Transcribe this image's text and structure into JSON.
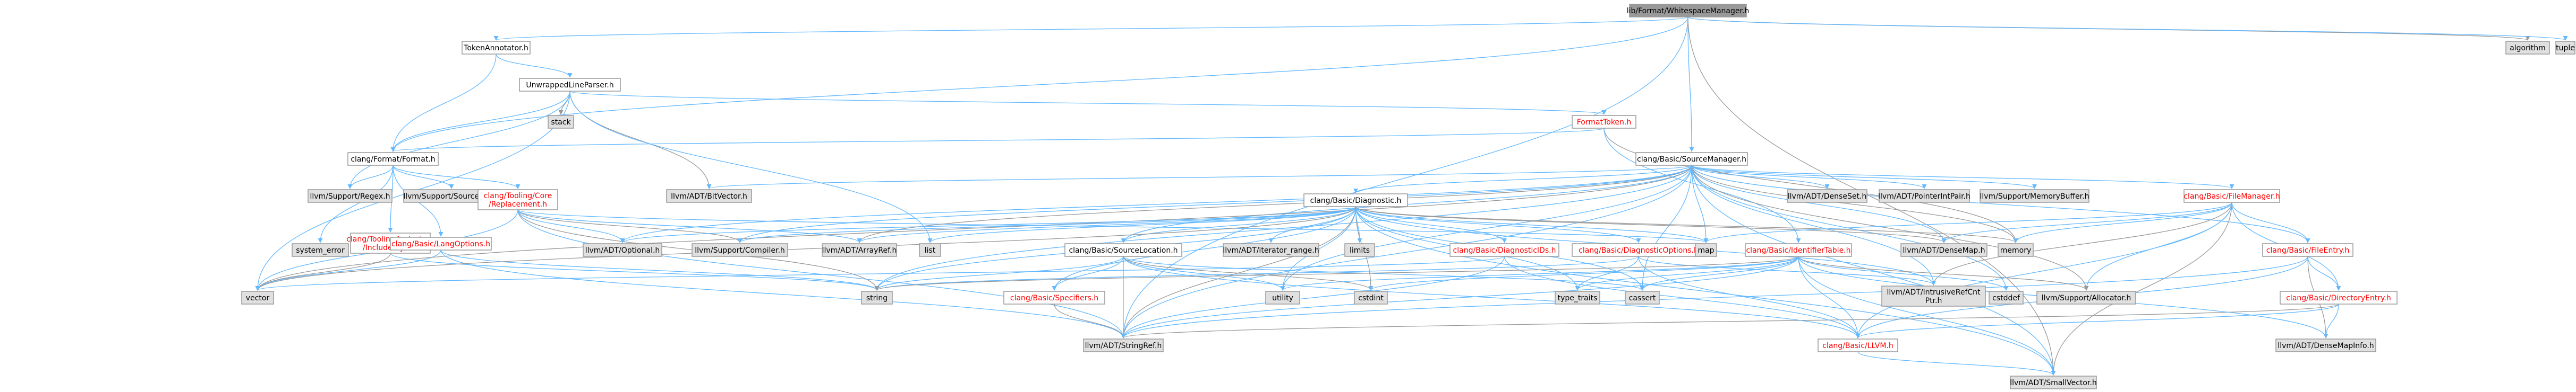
{
  "colors": {
    "root_fill": "#999999",
    "node_fill": "#ffffff",
    "external_fill": "#e0e0e0",
    "red_text": "#ff0000",
    "edge_blue": "#63b8ff",
    "edge_gray": "#999999",
    "text": "#000000"
  },
  "nodes": [
    {
      "id": "root",
      "label": "lib/Format/WhitespaceManager.h",
      "style": "root"
    },
    {
      "id": "tokenannotator",
      "label": "TokenAnnotator.h",
      "style": "normal"
    },
    {
      "id": "algorithm",
      "label": "algorithm",
      "style": "external"
    },
    {
      "id": "tuple",
      "label": "tuple",
      "style": "external"
    },
    {
      "id": "unwrapped",
      "label": "UnwrappedLineParser.h",
      "style": "normal"
    },
    {
      "id": "stack",
      "label": "stack",
      "style": "external"
    },
    {
      "id": "formattoken",
      "label": "FormatToken.h",
      "style": "red"
    },
    {
      "id": "sourcemanager",
      "label": "clang/Basic/SourceManager.h",
      "style": "normal"
    },
    {
      "id": "format",
      "label": "clang/Format/Format.h",
      "style": "normal"
    },
    {
      "id": "regex",
      "label": "llvm/Support/Regex.h",
      "style": "external"
    },
    {
      "id": "sourcemgr",
      "label": "llvm/Support/SourceMgr.h",
      "style": "external"
    },
    {
      "id": "replacement",
      "label": "clang/Tooling/Core\n/Replacement.h",
      "style": "red"
    },
    {
      "id": "bitvector",
      "label": "llvm/ADT/BitVector.h",
      "style": "external"
    },
    {
      "id": "diagnostic",
      "label": "clang/Basic/Diagnostic.h",
      "style": "normal"
    },
    {
      "id": "densemapinfo2",
      "label": "llvm/ADT/DenseSet.h",
      "style": "external"
    },
    {
      "id": "pointerintpair",
      "label": "llvm/ADT/PointerIntPair.h",
      "style": "external"
    },
    {
      "id": "memorybuffer",
      "label": "llvm/Support/MemoryBuffer.h",
      "style": "external"
    },
    {
      "id": "filemanager",
      "label": "clang/Basic/FileManager.h",
      "style": "red"
    },
    {
      "id": "system_error",
      "label": "system_error",
      "style": "external"
    },
    {
      "id": "includestyle",
      "label": "clang/Tooling/Inclusions\n/IncludeStyle.h",
      "style": "red"
    },
    {
      "id": "langoptions",
      "label": "clang/Basic/LangOptions.h",
      "style": "red"
    },
    {
      "id": "optional",
      "label": "llvm/ADT/Optional.h",
      "style": "external"
    },
    {
      "id": "compiler",
      "label": "llvm/Support/Compiler.h",
      "style": "external"
    },
    {
      "id": "arrayref",
      "label": "llvm/ADT/ArrayRef.h",
      "style": "external"
    },
    {
      "id": "list",
      "label": "list",
      "style": "external"
    },
    {
      "id": "sourcelocation",
      "label": "clang/Basic/SourceLocation.h",
      "style": "normal"
    },
    {
      "id": "iterator_range",
      "label": "llvm/ADT/iterator_range.h",
      "style": "external"
    },
    {
      "id": "limits",
      "label": "limits",
      "style": "external"
    },
    {
      "id": "diagnosticids",
      "label": "clang/Basic/DiagnosticIDs.h",
      "style": "red"
    },
    {
      "id": "diagnosticoptions",
      "label": "clang/Basic/DiagnosticOptions.h",
      "style": "red"
    },
    {
      "id": "map",
      "label": "map",
      "style": "external"
    },
    {
      "id": "identifiertable",
      "label": "clang/Basic/IdentifierTable.h",
      "style": "red"
    },
    {
      "id": "densemap",
      "label": "llvm/ADT/DenseMap.h",
      "style": "external"
    },
    {
      "id": "memory",
      "label": "memory",
      "style": "external"
    },
    {
      "id": "fileentry",
      "label": "clang/Basic/FileEntry.h",
      "style": "red"
    },
    {
      "id": "vector",
      "label": "vector",
      "style": "external"
    },
    {
      "id": "string",
      "label": "string",
      "style": "external"
    },
    {
      "id": "specifiers",
      "label": "clang/Basic/Specifiers.h",
      "style": "red"
    },
    {
      "id": "utility",
      "label": "utility",
      "style": "external"
    },
    {
      "id": "cstdint",
      "label": "cstdint",
      "style": "external"
    },
    {
      "id": "type_traits",
      "label": "type_traits",
      "style": "external"
    },
    {
      "id": "cassert",
      "label": "cassert",
      "style": "external"
    },
    {
      "id": "intrusiverefcnt",
      "label": "llvm/ADT/IntrusiveRefCnt\nPtr.h",
      "style": "external"
    },
    {
      "id": "cstddef",
      "label": "cstddef",
      "style": "external"
    },
    {
      "id": "allocator",
      "label": "llvm/Support/Allocator.h",
      "style": "external"
    },
    {
      "id": "directoryentry",
      "label": "clang/Basic/DirectoryEntry.h",
      "style": "red"
    },
    {
      "id": "stringref",
      "label": "llvm/ADT/StringRef.h",
      "style": "external"
    },
    {
      "id": "llvm",
      "label": "clang/Basic/LLVM.h",
      "style": "red"
    },
    {
      "id": "densemapinfo",
      "label": "llvm/ADT/DenseMapInfo.h",
      "style": "external"
    },
    {
      "id": "smallvector",
      "label": "llvm/ADT/SmallVector.h",
      "style": "external"
    }
  ]
}
